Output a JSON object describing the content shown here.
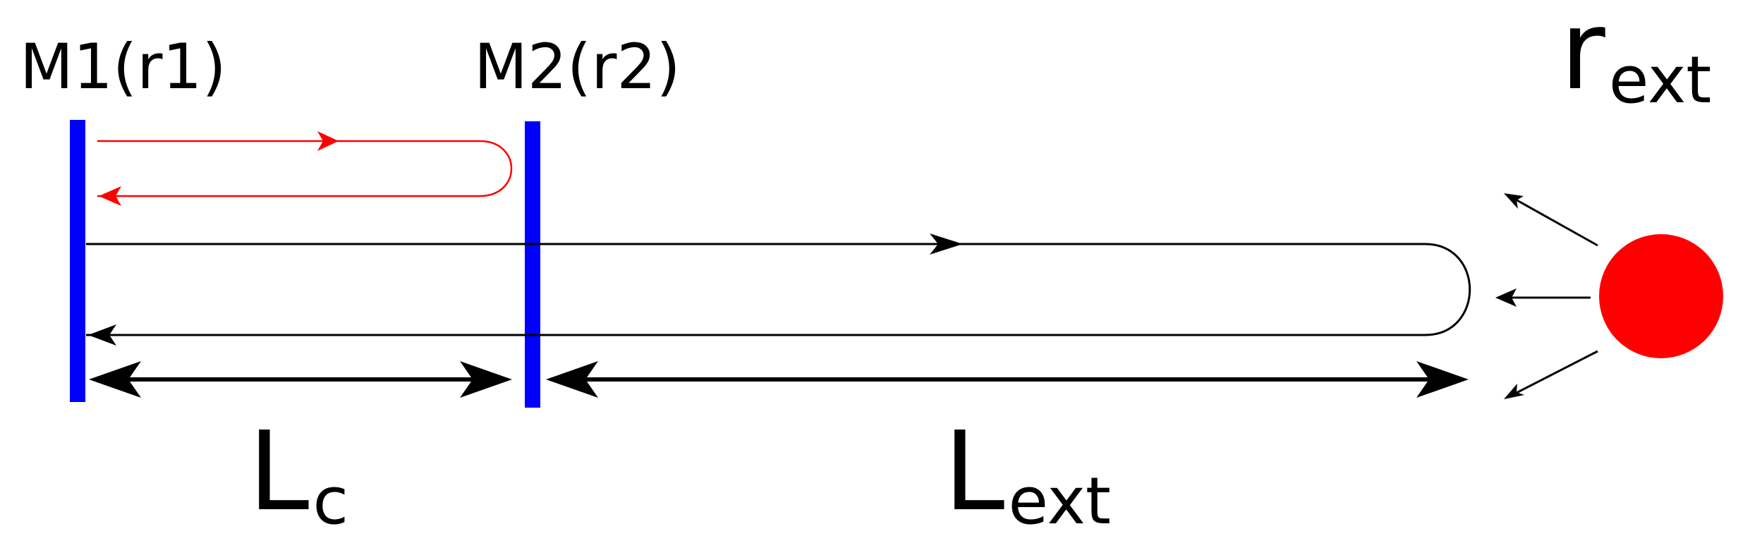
{
  "labels": {
    "mirror1": "M1(r1)",
    "mirror2": "M2(r2)",
    "r_ext_main": "r",
    "r_ext_sub": "ext",
    "l_c_main": "L",
    "l_c_sub": "c",
    "l_ext_main": "L",
    "l_ext_sub": "ext"
  },
  "colors": {
    "mirror": "#0000ff",
    "internal_beam": "#ff0000",
    "external_beam": "#000000",
    "reflector": "#ff0000",
    "dimension": "#000000"
  }
}
